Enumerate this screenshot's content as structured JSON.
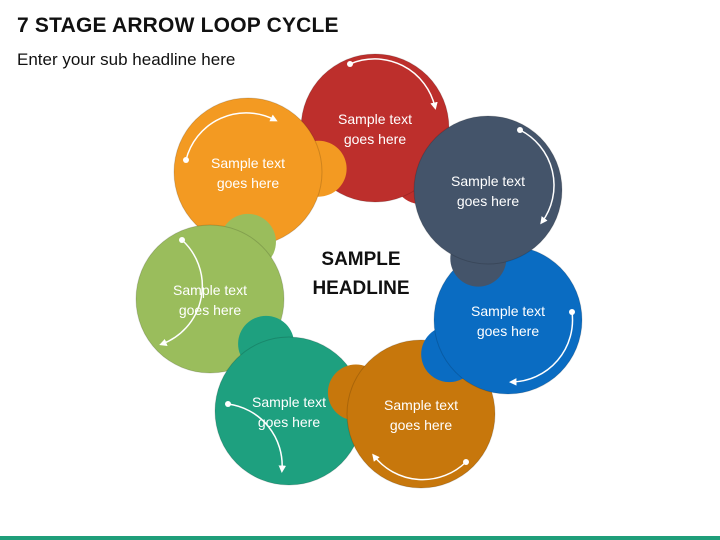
{
  "header": {
    "title": "7 STAGE ARROW LOOP CYCLE",
    "subtitle": "Enter your sub headline here"
  },
  "center": {
    "line1": "SAMPLE",
    "line2": "HEADLINE"
  },
  "stages": [
    {
      "line1": "Sample text",
      "line2": "goes here",
      "color": "#bd2f2c"
    },
    {
      "line1": "Sample text",
      "line2": "goes here",
      "color": "#44546a"
    },
    {
      "line1": "Sample text",
      "line2": "goes here",
      "color": "#0a6cc2"
    },
    {
      "line1": "Sample text",
      "line2": "goes here",
      "color": "#c7770c"
    },
    {
      "line1": "Sample text",
      "line2": "goes here",
      "color": "#1ea07f"
    },
    {
      "line1": "Sample text",
      "line2": "goes here",
      "color": "#9abd5c"
    },
    {
      "line1": "Sample text",
      "line2": "goes here",
      "color": "#f39a22"
    }
  ],
  "accent_color": "#1f9e7a"
}
